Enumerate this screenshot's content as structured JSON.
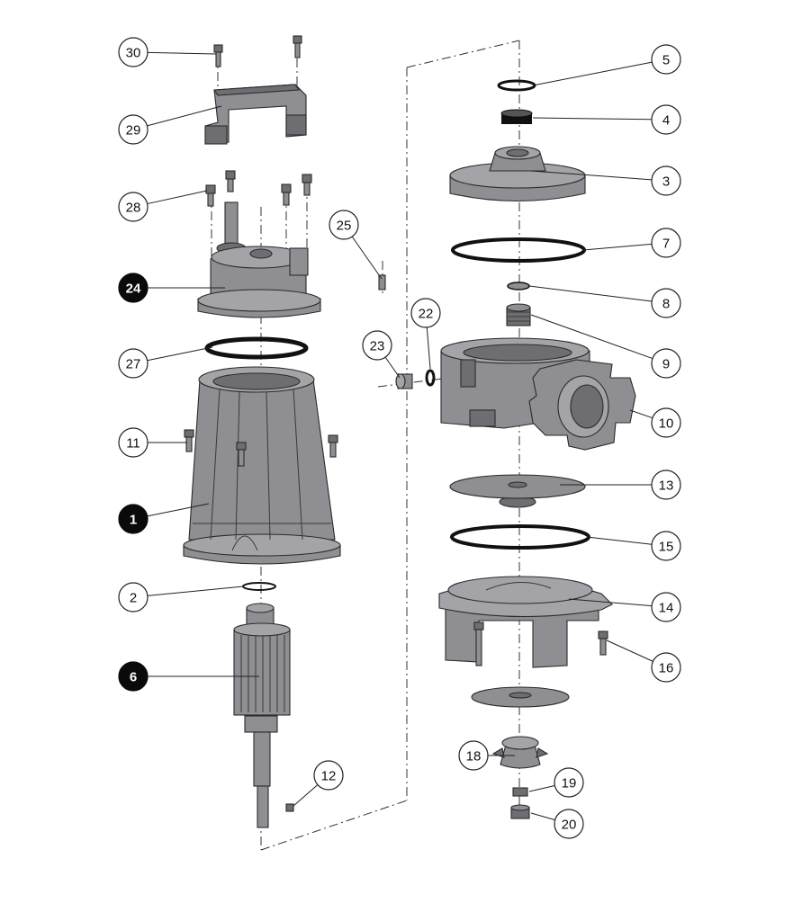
{
  "callouts": [
    {
      "id": "callout-30",
      "label": "30",
      "style": "open"
    },
    {
      "id": "callout-29",
      "label": "29",
      "style": "open"
    },
    {
      "id": "callout-28",
      "label": "28",
      "style": "open"
    },
    {
      "id": "callout-24",
      "label": "24",
      "style": "solid"
    },
    {
      "id": "callout-27",
      "label": "27",
      "style": "open"
    },
    {
      "id": "callout-11",
      "label": "11",
      "style": "open"
    },
    {
      "id": "callout-1",
      "label": "1",
      "style": "solid"
    },
    {
      "id": "callout-2",
      "label": "2",
      "style": "open"
    },
    {
      "id": "callout-6",
      "label": "6",
      "style": "solid"
    },
    {
      "id": "callout-12",
      "label": "12",
      "style": "open"
    },
    {
      "id": "callout-25",
      "label": "25",
      "style": "open"
    },
    {
      "id": "callout-23",
      "label": "23",
      "style": "open"
    },
    {
      "id": "callout-22",
      "label": "22",
      "style": "open"
    },
    {
      "id": "callout-5",
      "label": "5",
      "style": "open"
    },
    {
      "id": "callout-4",
      "label": "4",
      "style": "open"
    },
    {
      "id": "callout-3",
      "label": "3",
      "style": "open"
    },
    {
      "id": "callout-7",
      "label": "7",
      "style": "open"
    },
    {
      "id": "callout-8",
      "label": "8",
      "style": "open"
    },
    {
      "id": "callout-9",
      "label": "9",
      "style": "open"
    },
    {
      "id": "callout-10",
      "label": "10",
      "style": "open"
    },
    {
      "id": "callout-13",
      "label": "13",
      "style": "open"
    },
    {
      "id": "callout-15",
      "label": "15",
      "style": "open"
    },
    {
      "id": "callout-14",
      "label": "14",
      "style": "open"
    },
    {
      "id": "callout-16",
      "label": "16",
      "style": "open"
    },
    {
      "id": "callout-18",
      "label": "18",
      "style": "open"
    },
    {
      "id": "callout-19",
      "label": "19",
      "style": "open"
    },
    {
      "id": "callout-20",
      "label": "20",
      "style": "open"
    }
  ],
  "colors": {
    "part_fill": "#8e8e93",
    "outline": "#2b2b2b",
    "solid_callout": "#0a0a0a",
    "background": "#ffffff"
  }
}
